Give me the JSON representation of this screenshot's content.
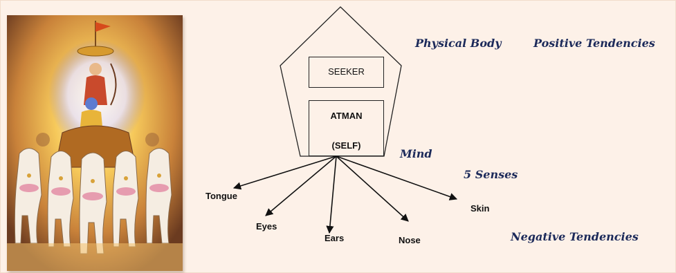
{
  "boxes": {
    "seeker": "SEEKER",
    "atman": "ATMAN",
    "self": "(SELF)"
  },
  "labels": {
    "physical_body": "Physical Body",
    "positive": "Positive Tendencies",
    "mind": "Mind",
    "five_senses": "5 Senses",
    "negative": "Negative Tendencies"
  },
  "senses": {
    "tongue": "Tongue",
    "eyes": "Eyes",
    "ears": "Ears",
    "nose": "Nose",
    "skin": "Skin"
  },
  "image": {
    "subject": "krishna-arjuna-chariot-painting"
  },
  "colors": {
    "background": "#fdf1e8",
    "label_text": "#1c2a5a",
    "line": "#111111"
  }
}
